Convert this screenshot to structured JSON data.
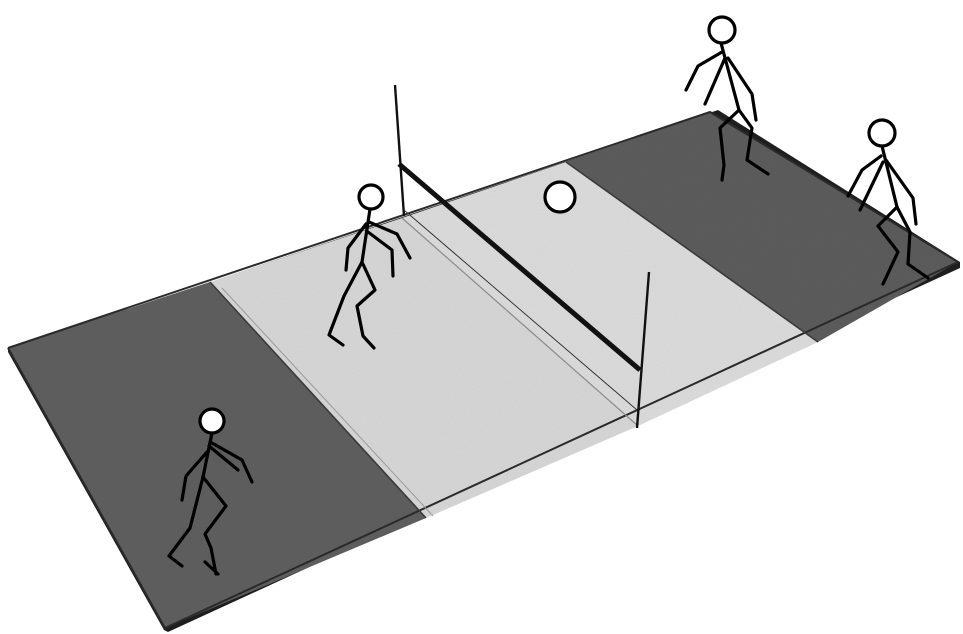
{
  "scene": {
    "description_text": "",
    "colors": {
      "background": "#ffffff",
      "back_zone": "#5f5f5f",
      "front_zone": "#d9d9d9",
      "court_edge": "#2a2a2a",
      "net": "#111111",
      "ball": "#ffffff",
      "player_stroke": "#000000"
    },
    "players": [
      {
        "id": "player-front-left",
        "pose": "ready-crouch"
      },
      {
        "id": "player-near-net",
        "pose": "crouch"
      },
      {
        "id": "player-far-top",
        "pose": "crouch"
      },
      {
        "id": "player-far-right",
        "pose": "crouch"
      }
    ],
    "ball": {
      "id": "ball",
      "icon": "circle"
    },
    "net": {
      "id": "net",
      "posts": 2
    }
  }
}
